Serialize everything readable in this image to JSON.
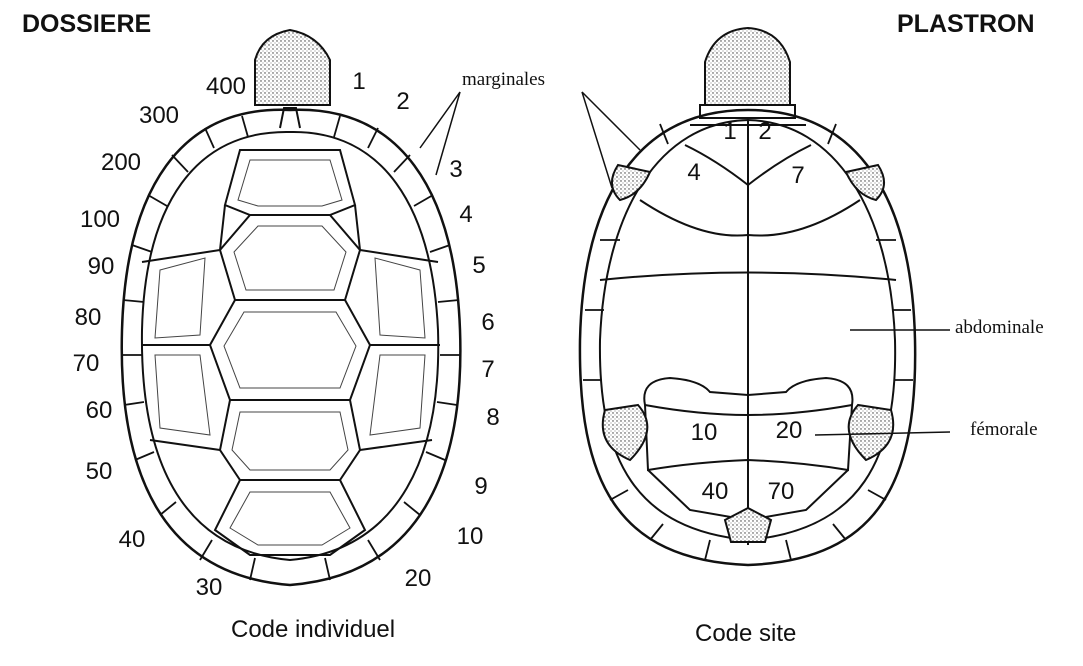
{
  "headers": {
    "dossiere": "DOSSIERE",
    "plastron": "PLASTRON"
  },
  "captions": {
    "individual": "Code individuel",
    "site": "Code site"
  },
  "annotations": {
    "marginales": "marginales",
    "abdominale": "abdominale",
    "femorale": "fémorale"
  },
  "carapace_codes": {
    "c1": "1",
    "c2": "2",
    "c3": "3",
    "c4": "4",
    "c5": "5",
    "c6": "6",
    "c7": "7",
    "c8": "8",
    "c9": "9",
    "c10": "10",
    "c20": "20",
    "c30": "30",
    "c40": "40",
    "c50": "50",
    "c60": "60",
    "c70": "70",
    "c80": "80",
    "c90": "90",
    "c100": "100",
    "c200": "200",
    "c300": "300",
    "c400": "400"
  },
  "plastron_codes": {
    "p1": "1",
    "p2": "2",
    "p4": "4",
    "p7": "7",
    "p10": "10",
    "p20": "20",
    "p40": "40",
    "p70": "70"
  },
  "colors": {
    "ink": "#111111",
    "stipple": "#d8d8d8",
    "background": "#ffffff"
  }
}
